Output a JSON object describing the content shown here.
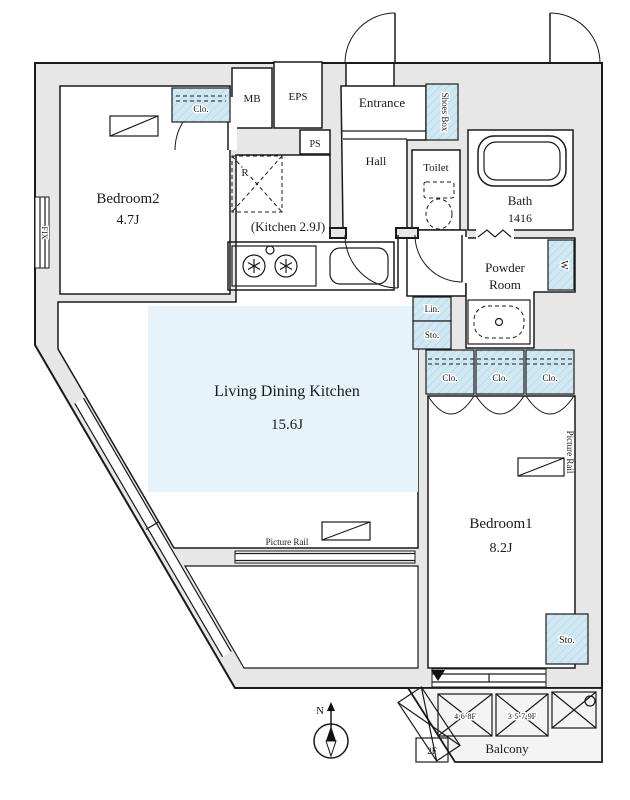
{
  "rooms": {
    "bedroom2": {
      "name": "Bedroom2",
      "size": "4.7J"
    },
    "kitchen": {
      "label": "(Kitchen 2.9J)"
    },
    "entrance": {
      "label": "Entrance"
    },
    "hall": {
      "label": "Hall"
    },
    "toilet": {
      "label": "Toilet"
    },
    "bath": {
      "name": "Bath",
      "size": "1416"
    },
    "powder": {
      "line1": "Powder",
      "line2": "Room"
    },
    "ldk": {
      "name": "Living Dining Kitchen",
      "size": "15.6J"
    },
    "bedroom1": {
      "name": "Bedroom1",
      "size": "8.2J"
    },
    "balcony": {
      "label": "Balcony"
    }
  },
  "storage": {
    "closet_bedroom2": "Clo.",
    "shoes_box": "Shoes Box",
    "washer": "W",
    "linen": "Lin.",
    "storage_hall": "Sto.",
    "closet1": "Clo.",
    "closet2": "Clo.",
    "closet3": "Clo.",
    "storage_bedroom1": "Sto."
  },
  "labels": {
    "mb": "MB",
    "eps": "EPS",
    "ps": "PS",
    "fridge": "R",
    "fix_window": "FIX",
    "picture_rail_right": "Picture Rail",
    "picture_rail_south": "Picture Rail",
    "elevator_left": "4·6·8F",
    "elevator_right": "3·5·7·9F",
    "floor": "2F",
    "compass_north": "N"
  },
  "colors": {
    "wall_fill": "#e7e7e7",
    "storage_fill": "#cfe8f4",
    "ldk_floor": "#e7f3fa",
    "line": "#1a1a1a"
  }
}
